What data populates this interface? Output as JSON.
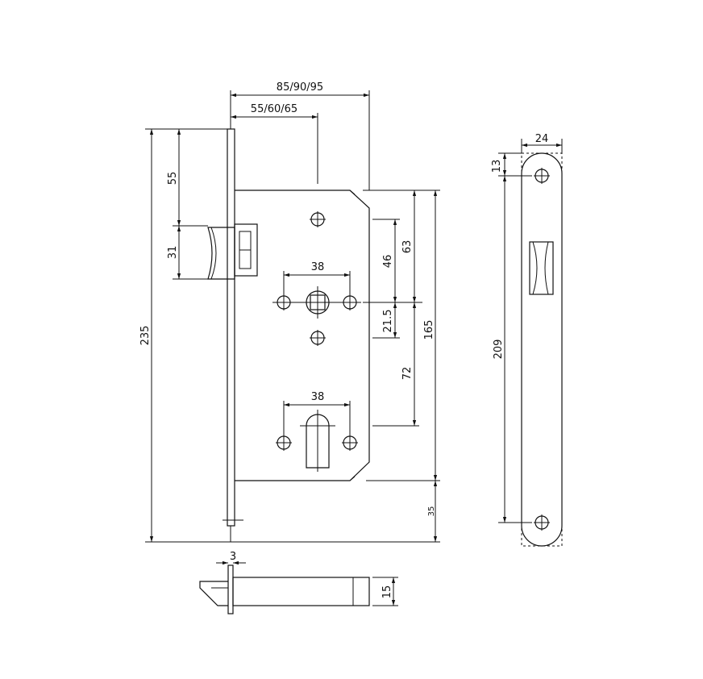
{
  "front_view": {
    "backset_total": "85/90/95",
    "backset": "55/60/65",
    "h_55": "55",
    "h_31": "31",
    "total_height": "235",
    "spindle_spacing": "38",
    "cyl_spacing": "38",
    "v_46": "46",
    "v_63": "63",
    "v_21_5": "21.5",
    "v_165": "165",
    "v_72": "72",
    "v_35": "35"
  },
  "bottom_view": {
    "plate_thickness": "3",
    "body_thickness": "15"
  },
  "faceplate_view": {
    "width": "24",
    "top_offset": "13",
    "height": "209"
  }
}
